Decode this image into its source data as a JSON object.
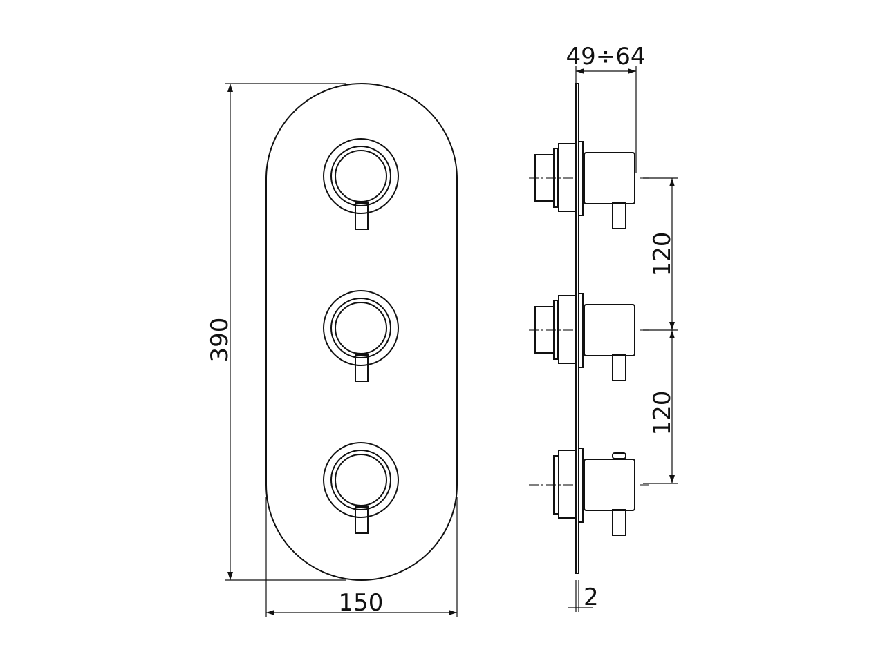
{
  "dimensions": {
    "height": "390",
    "width": "150",
    "depth": "49÷64",
    "spacing_upper": "120",
    "spacing_lower": "120",
    "plate_thickness": "2"
  },
  "colors": {
    "line": "#111111",
    "background": "#ffffff"
  }
}
